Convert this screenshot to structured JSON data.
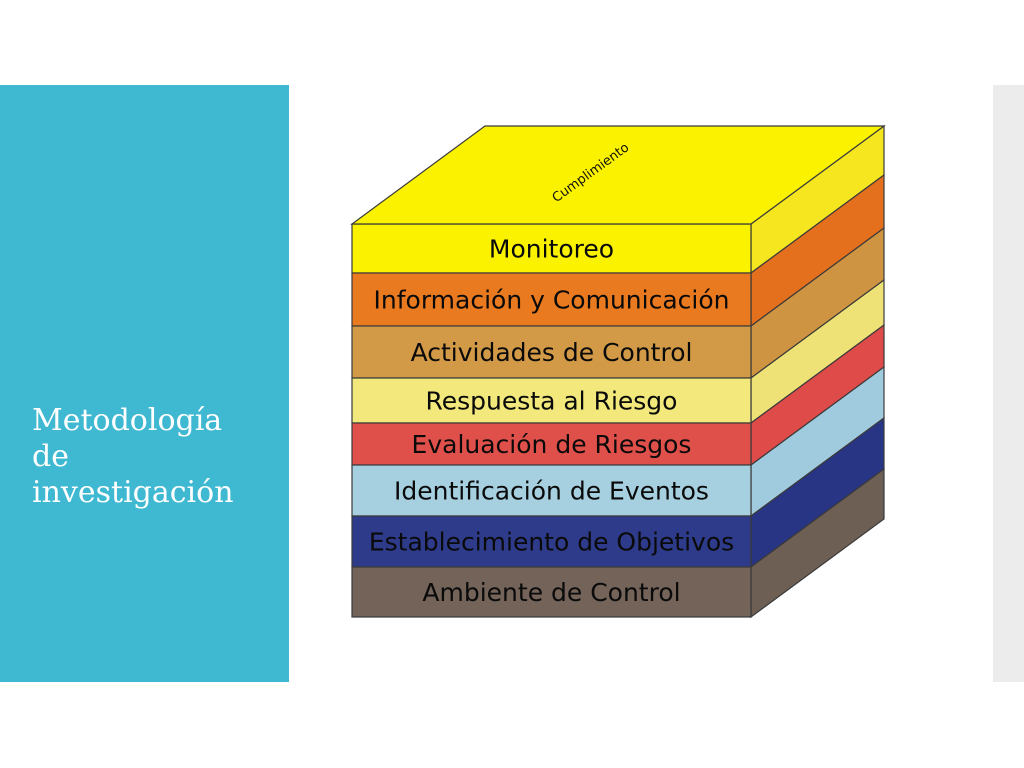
{
  "slide": {
    "title_lines": [
      "Metodología",
      "de",
      "investigación"
    ]
  },
  "cube": {
    "top_label": "Cumplimiento",
    "top_color": "#fbf200",
    "layers": [
      {
        "label": "Monitoreo",
        "front_color": "#fbf200",
        "side_color": "#f5e620"
      },
      {
        "label": "Información y Comunicación",
        "front_color": "#e97a1f",
        "side_color": "#e46f1c"
      },
      {
        "label": "Actividades de Control",
        "front_color": "#d29947",
        "side_color": "#cf9441"
      },
      {
        "label": "Respuesta al Riesgo",
        "front_color": "#f2e87c",
        "side_color": "#eee277"
      },
      {
        "label": "Evaluación de Riesgos",
        "front_color": "#e0504b",
        "side_color": "#de4b48"
      },
      {
        "label": "Identificación de Eventos",
        "front_color": "#a6cfe0",
        "side_color": "#a0cadd"
      },
      {
        "label": "Establecimiento de Objetivos",
        "front_color": "#2e3b8a",
        "side_color": "#283584"
      },
      {
        "label": "Ambiente de Control",
        "front_color": "#736359",
        "side_color": "#6e5f55"
      }
    ]
  }
}
